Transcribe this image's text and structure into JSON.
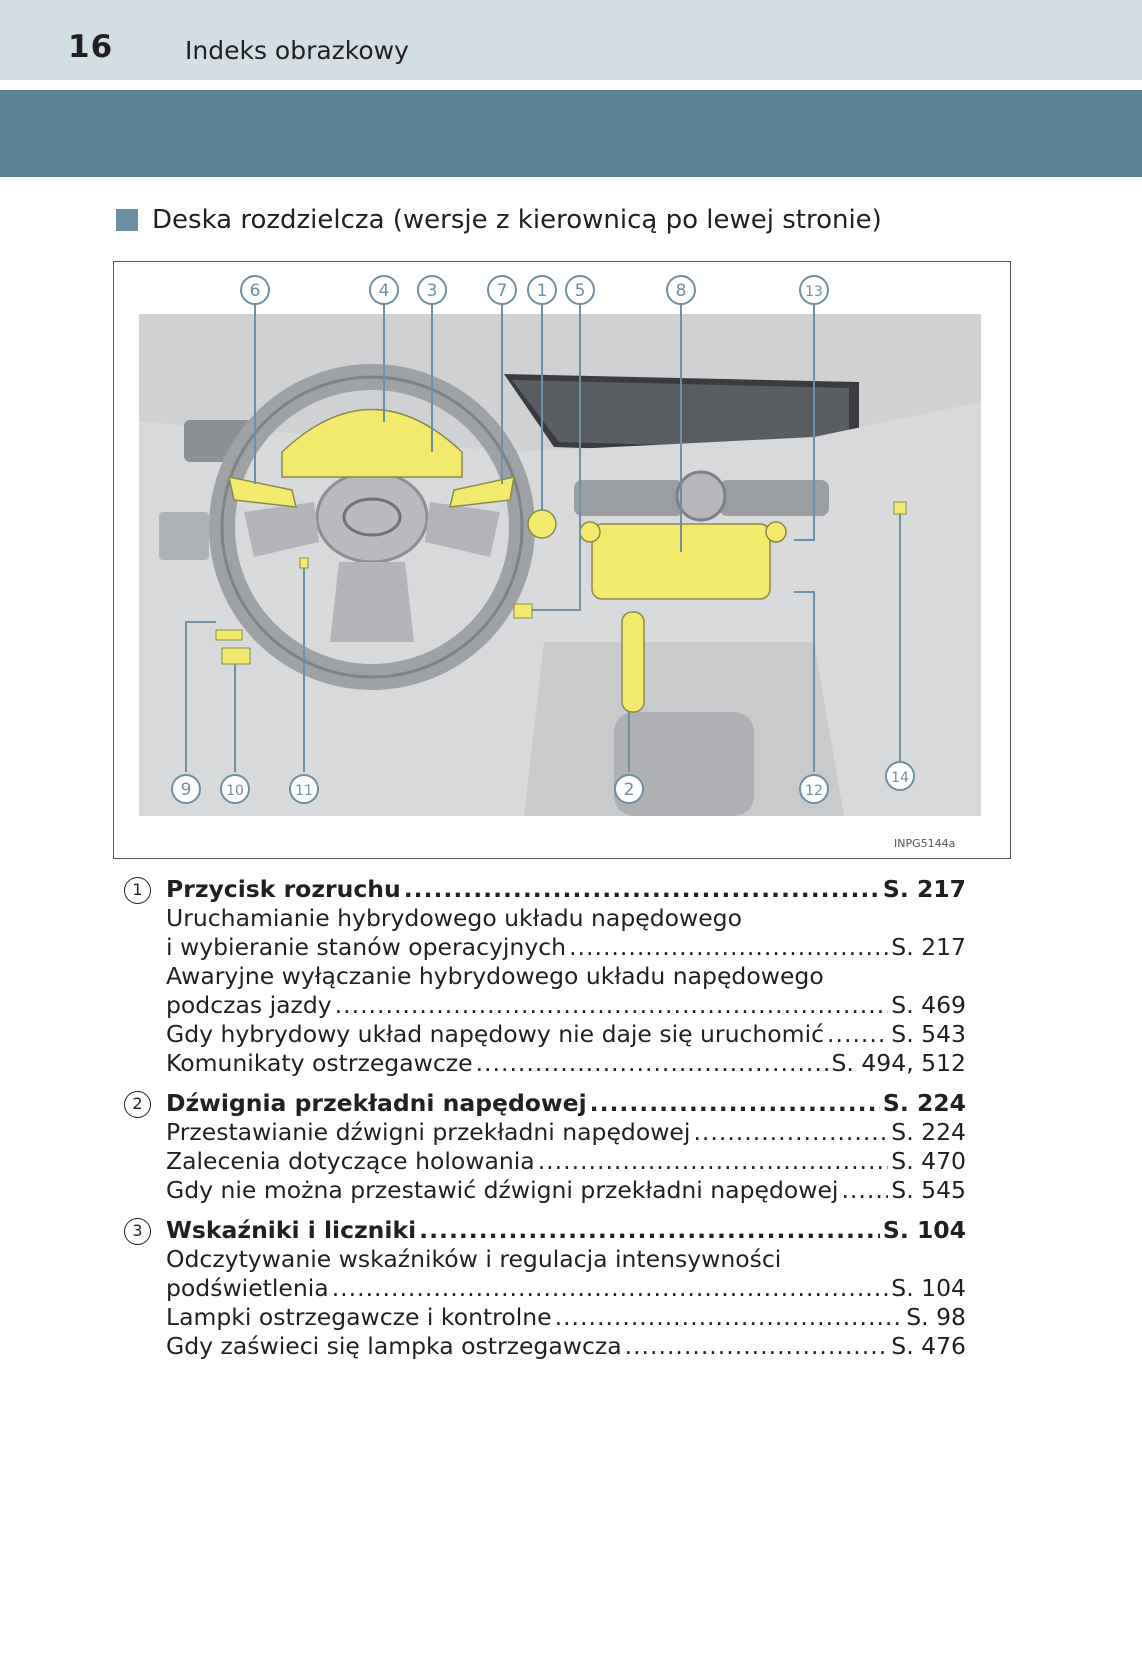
{
  "header": {
    "page_number": "16",
    "title": "Indeks obrazkowy"
  },
  "section": {
    "title": "Deska rozdzielcza (wersje z kierownicą po lewej stronie)"
  },
  "figure": {
    "code": "INPG5144a",
    "callouts": [
      "1",
      "2",
      "3",
      "4",
      "5",
      "6",
      "7",
      "8",
      "9",
      "10",
      "11",
      "12",
      "13",
      "14"
    ],
    "highlight_color": "#f2ea6c"
  },
  "colors": {
    "top_band": "#d3dde4",
    "blue_band": "#5d8298",
    "section_marker": "#6f8fa2"
  },
  "entries": [
    {
      "number": "1",
      "title": "Przycisk rozruchu",
      "page": "S. 217",
      "items": [
        {
          "lines": [
            "Uruchamianie hybrydowego układu napędowego"
          ],
          "last": "i wybieranie stanów operacyjnych",
          "page": "S. 217"
        },
        {
          "lines": [
            "Awaryjne wyłączanie hybrydowego układu napędowego"
          ],
          "last": "podczas jazdy",
          "page": "S. 469"
        },
        {
          "lines": [],
          "last": "Gdy hybrydowy układ napędowy nie daje się uruchomić",
          "page": "S. 543"
        },
        {
          "lines": [],
          "last": "Komunikaty ostrzegawcze",
          "page": "S. 494, 512"
        }
      ]
    },
    {
      "number": "2",
      "title": "Dźwignia przekładni napędowej",
      "page": "S. 224",
      "items": [
        {
          "lines": [],
          "last": "Przestawianie dźwigni przekładni napędowej",
          "page": "S. 224"
        },
        {
          "lines": [],
          "last": "Zalecenia dotyczące holowania",
          "page": "S. 470"
        },
        {
          "lines": [],
          "last": "Gdy nie można przestawić dźwigni przekładni napędowej",
          "page": "S. 545"
        }
      ]
    },
    {
      "number": "3",
      "title": "Wskaźniki i liczniki",
      "page": "S. 104",
      "items": [
        {
          "lines": [
            "Odczytywanie wskaźników i regulacja intensywności"
          ],
          "last": "podświetlenia",
          "page": "S. 104"
        },
        {
          "lines": [],
          "last": "Lampki ostrzegawcze i kontrolne",
          "page": "S. 98"
        },
        {
          "lines": [],
          "last": "Gdy zaświeci się lampka ostrzegawcza",
          "page": "S. 476"
        }
      ]
    }
  ]
}
